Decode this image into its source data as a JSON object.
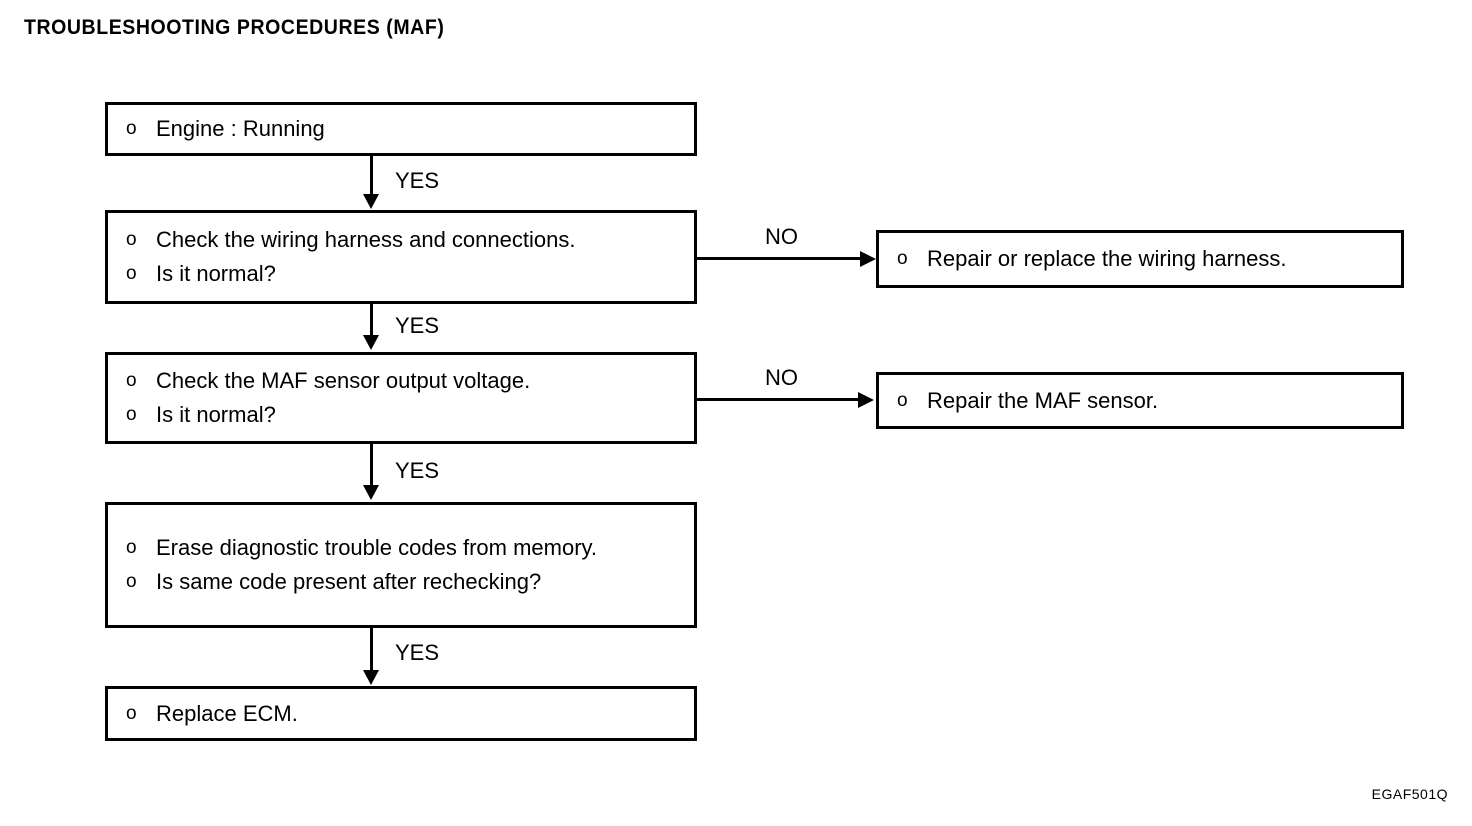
{
  "page": {
    "title": "TROUBLESHOOTING PROCEDURES (MAF)",
    "figure_code": "EGAF501Q",
    "bullet_glyph": "o"
  },
  "nodes": {
    "engine_running": {
      "lines": [
        "Engine : Running"
      ]
    },
    "check_wiring": {
      "lines": [
        "Check the wiring harness and connections.",
        "Is it normal?"
      ]
    },
    "repair_wiring": {
      "lines": [
        "Repair or replace the wiring harness."
      ]
    },
    "check_maf_voltage": {
      "lines": [
        "Check the MAF sensor output voltage.",
        "Is it normal?"
      ]
    },
    "repair_maf": {
      "lines": [
        "Repair the MAF sensor."
      ]
    },
    "erase_codes": {
      "lines": [
        "Erase diagnostic trouble codes from memory.",
        "Is same code present after rechecking?"
      ]
    },
    "replace_ecm": {
      "lines": [
        "Replace ECM."
      ]
    }
  },
  "edges": {
    "yes_1": "YES",
    "yes_2": "YES",
    "yes_3": "YES",
    "yes_4": "YES",
    "no_1": "NO",
    "no_2": "NO"
  }
}
